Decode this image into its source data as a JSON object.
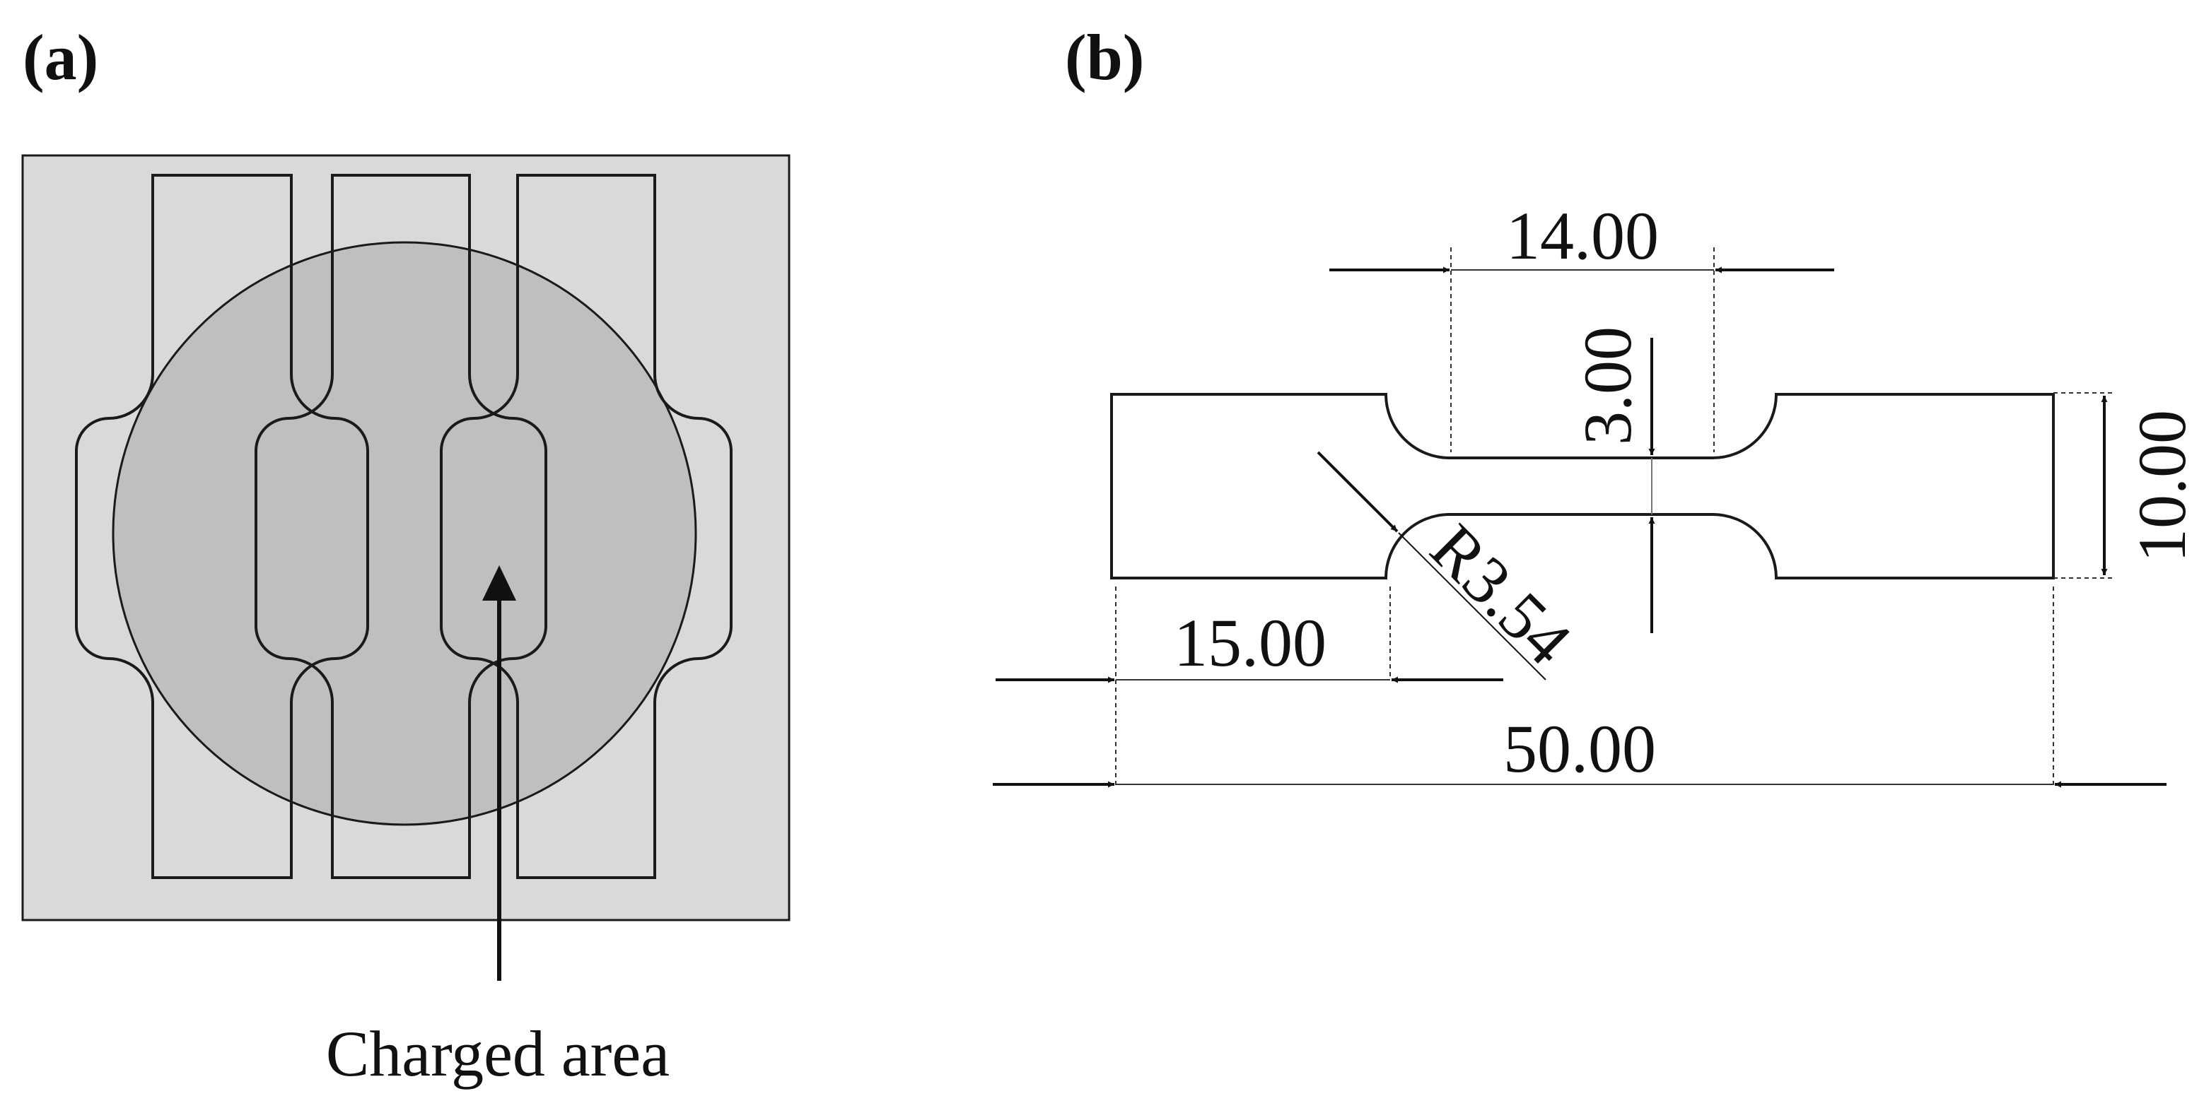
{
  "panels": {
    "a": {
      "label": "(a)",
      "caption": "Charged area"
    },
    "b": {
      "label": "(b)",
      "dimensions": {
        "gauge_length": "14.00",
        "gauge_width": "3.00",
        "total_width": "10.00",
        "radius": "R3.54",
        "grip_length": "15.00",
        "total_length": "50.00"
      }
    }
  },
  "colors": {
    "plate": "#d9d9d9",
    "charged_area": "#bfbfbf",
    "line": "#1a1a1a",
    "background": "#ffffff"
  }
}
